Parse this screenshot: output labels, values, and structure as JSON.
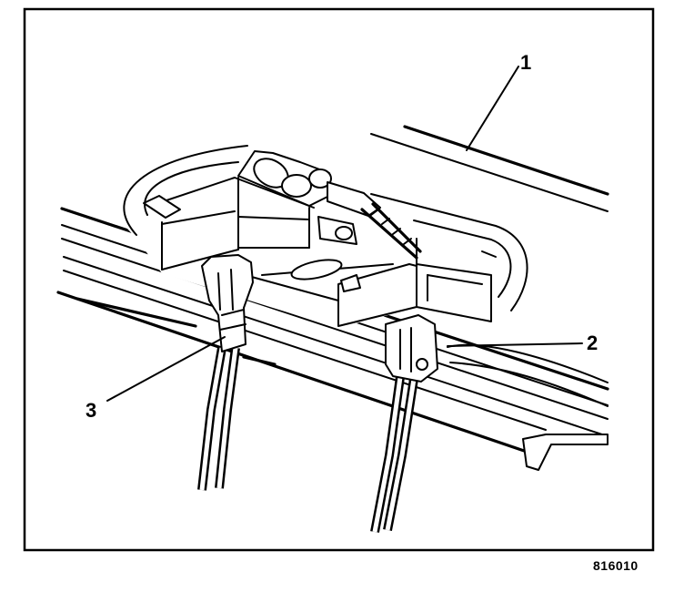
{
  "callouts": [
    {
      "label": "1"
    },
    {
      "label": "2"
    },
    {
      "label": "3"
    }
  ],
  "figure": {
    "code": "816010"
  }
}
